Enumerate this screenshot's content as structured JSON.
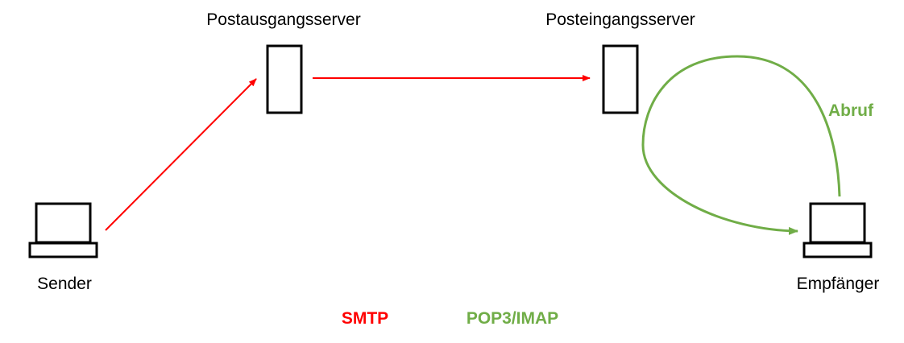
{
  "nodes": {
    "sender": {
      "label": "Sender",
      "icon": "laptop-icon"
    },
    "outgoing_server": {
      "label": "Postausgangsserver",
      "icon": "server-icon"
    },
    "incoming_server": {
      "label": "Posteingangsserver",
      "icon": "server-icon"
    },
    "receiver": {
      "label": "Empfänger",
      "icon": "laptop-icon"
    }
  },
  "edges": {
    "fetch_label": "Abruf"
  },
  "legend": {
    "smtp": {
      "label": "SMTP",
      "color": "#ff0000"
    },
    "pop3_imap": {
      "label": "POP3/IMAP",
      "color": "#70ad47"
    }
  },
  "colors": {
    "smtp": "#ff0000",
    "pop3_imap": "#70ad47",
    "outline": "#000000"
  }
}
